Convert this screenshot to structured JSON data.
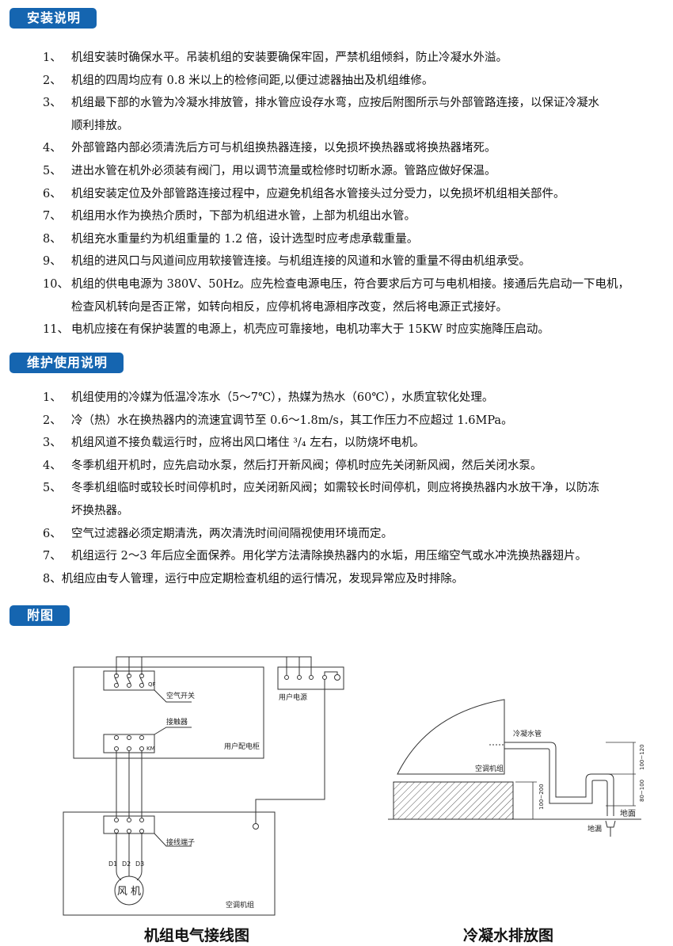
{
  "sections": {
    "install": {
      "title": "安装说明",
      "items": [
        {
          "num": "1、",
          "lines": [
            "机组安装时确保水平。吊装机组的安装要确保牢固，严禁机组倾斜，防止冷凝水外溢。"
          ]
        },
        {
          "num": "2、",
          "lines": [
            "机组的四周均应有 0.8 米以上的检修间距,以便过滤器抽出及机组维修。"
          ]
        },
        {
          "num": "3、",
          "lines": [
            "机组最下部的水管为冷凝水排放管，排水管应设存水弯，应按后附图所示与外部管路连接，以保证冷凝水",
            "顺利排放。"
          ]
        },
        {
          "num": "4、",
          "lines": [
            "外部管路内部必须清洗后方可与机组换热器连接，以免损坏换热器或将换热器堵死。"
          ]
        },
        {
          "num": "5、",
          "lines": [
            "进出水管在机外必须装有阀门，用以调节流量或检修时切断水源。管路应做好保温。"
          ]
        },
        {
          "num": "6、",
          "lines": [
            "机组安装定位及外部管路连接过程中，应避免机组各水管接头过分受力，以免损坏机组相关部件。"
          ]
        },
        {
          "num": "7、",
          "lines": [
            "机组用水作为换热介质时，下部为机组进水管，上部为机组出水管。"
          ]
        },
        {
          "num": "8、",
          "lines": [
            "机组充水重量约为机组重量的 1.2 倍，设计选型时应考虑承载重量。"
          ]
        },
        {
          "num": "9、",
          "lines": [
            "机组的进风口与风道间应用软接管连接。与机组连接的风道和水管的重量不得由机组承受。"
          ]
        },
        {
          "num": "10、",
          "lines": [
            "机组的供电电源为 380V、50Hz。应先检查电源电压，符合要求后方可与电机相接。接通后先启动一下电机，",
            "检查风机转向是否正常，如转向相反，应停机将电源相序改变，然后将电源正式接好。"
          ]
        },
        {
          "num": "11、",
          "lines": [
            "电机应接在有保护装置的电源上，机壳应可靠接地，电机功率大于 15KW 时应实施降压启动。"
          ]
        }
      ]
    },
    "maintenance": {
      "title": "维护使用说明",
      "items": [
        {
          "num": "1、",
          "lines": [
            "机组使用的冷媒为低温冷冻水（5～7℃），热媒为热水（60℃），水质宜软化处理。"
          ]
        },
        {
          "num": "2、",
          "lines": [
            "冷（热）水在换热器内的流速宜调节至 0.6～1.8m/s，其工作压力不应超过 1.6MPa。"
          ]
        },
        {
          "num": "3、",
          "lines": [
            "机组风道不接负载运行时，应将出风口堵住 ³/₄ 左右，以防烧坏电机。"
          ]
        },
        {
          "num": "4、",
          "lines": [
            "冬季机组开机时，应先启动水泵，然后打开新风阀；停机时应先关闭新风阀，然后关闭水泵。"
          ]
        },
        {
          "num": "5、",
          "lines": [
            "冬季机组临时或较长时间停机时，应关闭新风阀；如需较长时间停机，则应将换热器内水放干净，以防冻",
            "坏换热器。"
          ]
        },
        {
          "num": "6、",
          "lines": [
            "空气过滤器必须定期清洗，两次清洗时间间隔视使用环境而定。"
          ]
        },
        {
          "num": "7、",
          "lines": [
            "机组运行 2～3 年后应全面保养。用化学方法清除换热器内的水垢，用压缩空气或水冲洗换热器翅片。"
          ]
        },
        {
          "num": "8、",
          "lines": [
            "机组应由专人管理，运行中应定期检查机组的运行情况，发现异常应及时排除。"
          ]
        }
      ]
    },
    "figures": {
      "title": "附图",
      "wiring": {
        "caption": "机组电气接线图",
        "air_switch": "空气开关",
        "qf": "QF",
        "contactor": "接触器",
        "km": "KM",
        "cabinet": "用户配电柜",
        "user_power": "用户电源",
        "terminal": "接线端子",
        "d1": "D1",
        "d2": "D2",
        "d3": "D3",
        "fan": "风 机",
        "ac_unit": "空调机组"
      },
      "drain": {
        "caption": "冷凝水排放图",
        "pipe": "冷凝水管",
        "ac_unit": "空调机组",
        "dim_block": "100~200",
        "dim_upper": "100~120",
        "dim_lower": "80~100",
        "ground": "地面",
        "floor_drain": "地漏"
      }
    }
  }
}
